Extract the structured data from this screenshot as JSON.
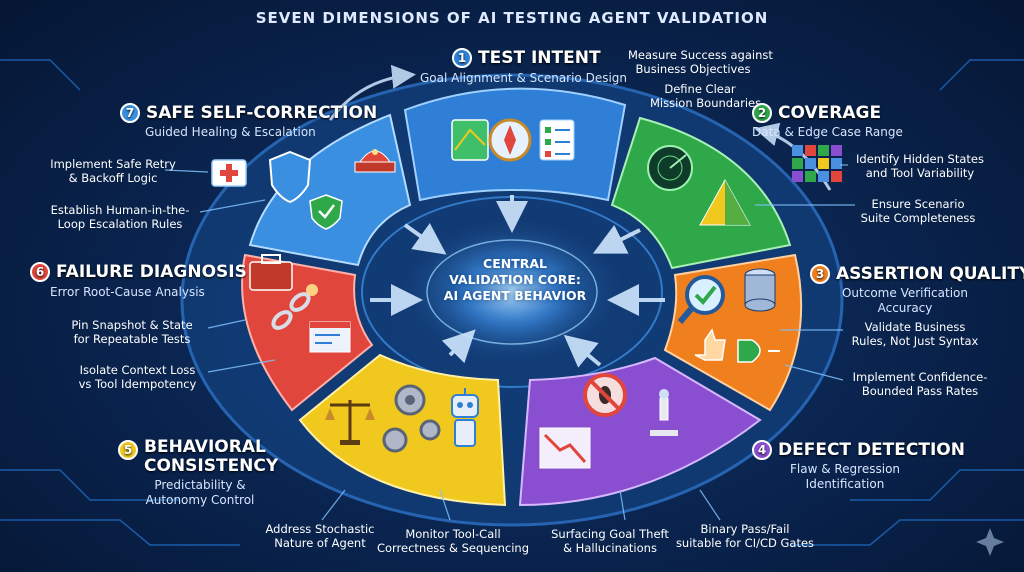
{
  "title": "SEVEN DIMENSIONS OF AI TESTING AGENT VALIDATION",
  "core_label": "CENTRAL VALIDATION CORE: AI AGENT BEHAVIOR",
  "colors": {
    "background": "#0a2652",
    "test_intent": "#2f7fd6",
    "coverage": "#2fa84a",
    "assertion_quality": "#f07f1e",
    "defect_detection": "#8a4fd0",
    "behavioral_consistency": "#f0c81e",
    "failure_diagnosis": "#e0463c",
    "safe_self_correction": "#3a8fe0"
  },
  "dimensions": [
    {
      "number": "1",
      "title": "TEST INTENT",
      "subtitle": "Goal Alignment & Scenario Design",
      "notes": [
        "Measure Success against",
        "Business Objectives",
        "Define Clear",
        "Mission Boundaries"
      ],
      "icons": [
        "map-icon",
        "compass-icon",
        "checklist-icon"
      ]
    },
    {
      "number": "2",
      "title": "COVERAGE",
      "subtitle": "Data & Edge Case Range",
      "notes": [
        "Identify Hidden States",
        "and Tool Variability",
        "Ensure Scenario",
        "Suite Completeness"
      ],
      "icons": [
        "radar-icon",
        "pyramid-icon",
        "grid-icon"
      ]
    },
    {
      "number": "3",
      "title": "ASSERTION QUALITY",
      "subtitle_lines": [
        "Outcome Verification",
        "Accuracy"
      ],
      "notes": [
        "Validate Business",
        "Rules, Not Just Syntax",
        "Implement Confidence-",
        "Bounded Pass Rates"
      ],
      "icons": [
        "magnifier-check-icon",
        "database-icon",
        "thumbs-up-icon",
        "logic-gate-icon"
      ]
    },
    {
      "number": "4",
      "title": "DEFECT DETECTION",
      "subtitle_lines": [
        "Flaw & Regression",
        "Identification"
      ],
      "notes": [
        "Binary Pass/Fail",
        "suitable for CI/CD Gates",
        "Surfacing Goal Theft",
        "& Hallucinations"
      ],
      "icons": [
        "no-bug-icon",
        "microscope-icon",
        "declining-chart-icon"
      ]
    },
    {
      "number": "5",
      "title_lines": [
        "BEHAVIORAL",
        "CONSISTENCY"
      ],
      "subtitle_lines": [
        "Predictability &",
        "Autonomy Control"
      ],
      "notes": [
        "Address Stochastic",
        "Nature of Agent",
        "Monitor Tool-Call",
        "Correctness & Sequencing"
      ],
      "icons": [
        "scales-icon",
        "gears-icon",
        "robot-icon"
      ]
    },
    {
      "number": "6",
      "title": "FAILURE DIAGNOSIS",
      "subtitle": "Error Root-Cause Analysis",
      "notes": [
        "Pin Snapshot & State",
        "for Repeatable Tests",
        "Isolate Context Loss",
        "vs Tool Idempotency"
      ],
      "icons": [
        "toolbox-icon",
        "broken-chain-icon",
        "code-window-icon"
      ]
    },
    {
      "number": "7",
      "title": "SAFE SELF-CORRECTION",
      "subtitle": "Guided Healing & Escalation",
      "notes": [
        "Implement Safe Retry",
        "& Backoff Logic",
        "Establish Human-in-the-",
        "Loop Escalation Rules"
      ],
      "icons": [
        "first-aid-icon",
        "shield-icon",
        "help-siren-icon",
        "shield-check-icon"
      ]
    }
  ]
}
